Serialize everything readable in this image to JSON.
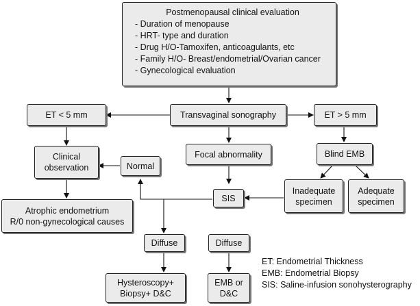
{
  "evaluation": {
    "title": "Postmenopausal clinical evaluation",
    "items": [
      "Duration of menopause",
      "HRT- type and duration",
      "Drug H/O-Tamoxifen, anticoagulants, etc",
      "Family H/O- Breast/endometrial/Ovarian cancer",
      "Gynecological evaluation"
    ]
  },
  "nodes": {
    "tvs": "Transvaginal sonography",
    "et_low": "ET < 5 mm",
    "et_high": "ET > 5 mm",
    "clinical_observation": [
      "Clinical",
      "observation"
    ],
    "normal": "Normal",
    "focal": "Focal abnormality",
    "blind_emb": "Blind EMB",
    "sis": "SIS",
    "inadequate": [
      "Inadequate",
      "specimen"
    ],
    "adequate": [
      "Adequate",
      "specimen"
    ],
    "atrophic": [
      "Atrophic endometrium",
      "R/0 non-gynecological causes"
    ],
    "diffuse_left": "Diffuse",
    "diffuse_right": "Diffuse",
    "hysteroscopy": [
      "Hysteroscopy+",
      "Biopsy+ D&C"
    ],
    "emb_dc": [
      "EMB or",
      "D&C"
    ]
  },
  "legend": [
    "ET: Endometrial Thickness",
    "EMB: Endometrial Biopsy",
    "SIS: Saline-infusion sonohysterography"
  ]
}
